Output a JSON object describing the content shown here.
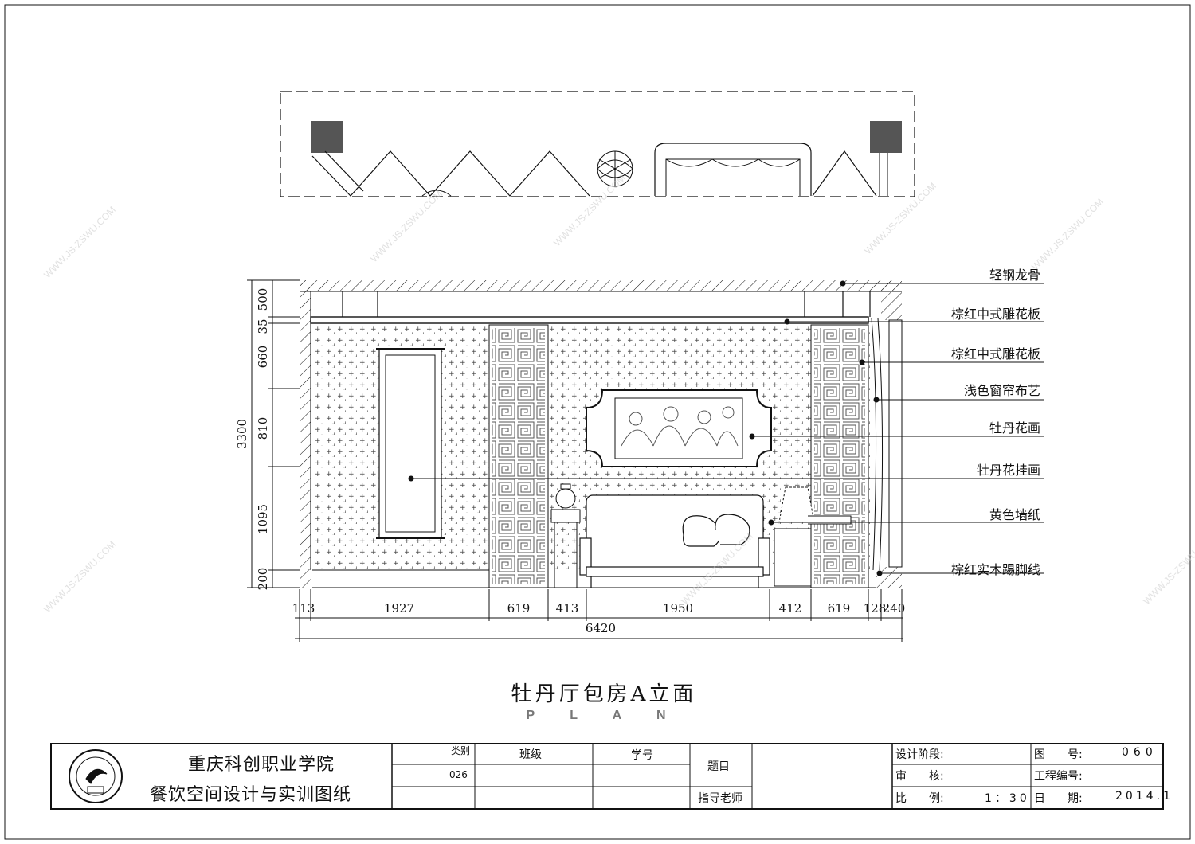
{
  "drawing": {
    "title": "牡丹厅包房A立面",
    "subtitle": "P L A N"
  },
  "annotations": [
    "轻钢龙骨",
    "棕红中式雕花板",
    "棕红中式雕花板",
    "浅色窗帘布艺",
    "牡丹花画",
    "牡丹花挂画",
    "黄色墙纸",
    "棕红实木踢脚线"
  ],
  "horizontal_dimensions": [
    "113",
    "1927",
    "619",
    "413",
    "1950",
    "412",
    "619",
    "128",
    "240"
  ],
  "total_width": "6420",
  "vertical_dimensions": [
    "500",
    "35",
    "660",
    "810",
    "1095",
    "200"
  ],
  "total_height": "3300",
  "title_block": {
    "school": "重庆科创职业学院",
    "drawing_set": "餐饮空间设计与实训图纸",
    "category_label": "类别",
    "category_value": "026",
    "class_label": "班级",
    "student_no_label": "学号",
    "topic_label": "题目",
    "advisor_label": "指导老师",
    "design_stage_label": "设计阶段:",
    "review_label": "审　　核:",
    "scale_label": "比　　例:",
    "scale_value": "1：30",
    "drawing_no_label": "图　　号:",
    "drawing_no_value": "060",
    "project_no_label": "工程编号:",
    "date_label": "日　　期:",
    "date_value": "2014.1"
  },
  "watermark_text": "WWW.JS-ZSWU.COM",
  "colors": {
    "line": "#111111",
    "fill_dark": "#555555",
    "watermark": "#c8c8c8"
  }
}
